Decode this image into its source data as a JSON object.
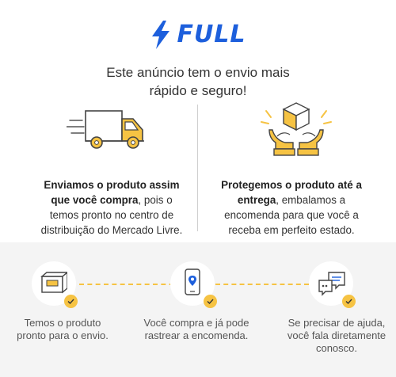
{
  "logo": {
    "text": "FULL",
    "icon": "lightning-bolt-icon",
    "color": "#1d5fdc"
  },
  "tagline": {
    "line1": "Este anúncio tem o envio mais",
    "line2": "rápido e seguro!"
  },
  "features": [
    {
      "icon": "delivery-truck-icon",
      "bold1": "Enviamos o produto assim",
      "bold2": "que você compra",
      "rest1": ", pois o",
      "line3": "temos pronto no centro de",
      "line4": "distribuição do Mercado Livre."
    },
    {
      "icon": "hands-holding-box-icon",
      "bold1": "Protegemos o produto até a",
      "bold2": "entrega",
      "rest1": ", embalamos a",
      "line3": "encomenda para que você a",
      "line4": "receba em perfeito estado."
    }
  ],
  "steps": [
    {
      "icon": "package-icon",
      "line1": "Temos o produto",
      "line2": "pronto para o envio."
    },
    {
      "icon": "phone-location-icon",
      "line1": "Você compra e já pode",
      "line2": "rastrear a encomenda."
    },
    {
      "icon": "chat-bubbles-icon",
      "line1": "Se precisar de ajuda,",
      "line2": "você fala diretamente",
      "line3": "conosco."
    }
  ],
  "colors": {
    "accent_yellow": "#f6c343",
    "brand_blue": "#1d5fdc",
    "band_gray": "#f4f4f4"
  }
}
